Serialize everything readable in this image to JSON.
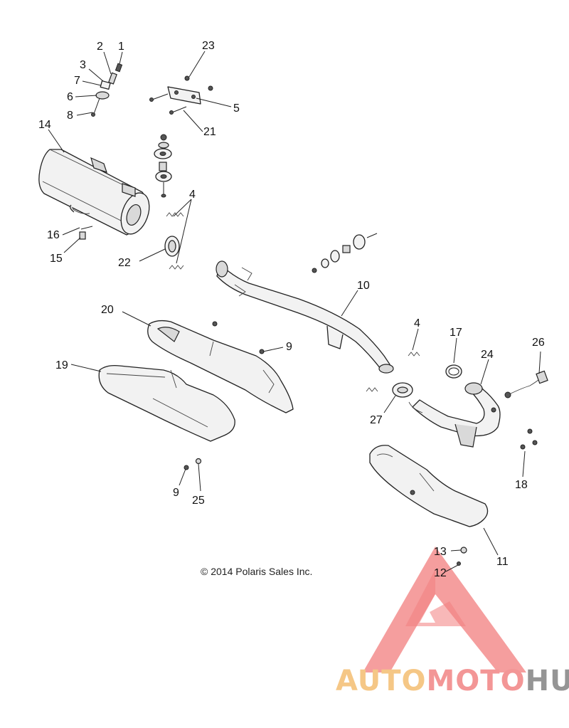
{
  "copyright": "© 2014 Polaris Sales Inc.",
  "callouts": [
    "1",
    "2",
    "3",
    "7",
    "6",
    "8",
    "23",
    "5",
    "21",
    "14",
    "4",
    "16",
    "15",
    "22",
    "10",
    "20",
    "9",
    "19",
    "4",
    "17",
    "24",
    "26",
    "27",
    "18",
    "9",
    "25",
    "11",
    "13",
    "12"
  ],
  "watermark": {
    "word_a": "AUTO",
    "word_b": "MOTO",
    "word_c": "HUB",
    "colors": {
      "auto": "#f5c27a",
      "moto": "#f28b8b",
      "hub": "#8a8a8a",
      "triangle": "#f07070"
    }
  }
}
